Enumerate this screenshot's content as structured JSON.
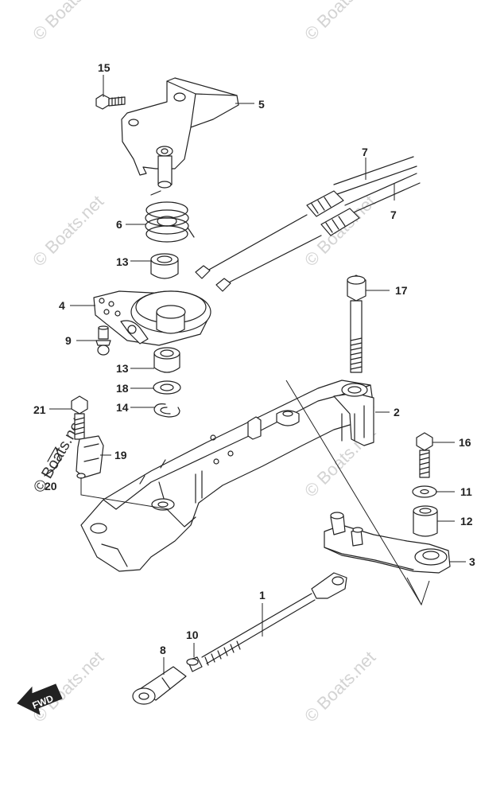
{
  "watermark": "© Boats.net",
  "fwd_label": "FWD",
  "callouts": {
    "c1": "1",
    "c2": "2",
    "c3": "3",
    "c4": "4",
    "c5": "5",
    "c6": "6",
    "c7a": "7",
    "c7b": "7",
    "c8": "8",
    "c9": "9",
    "c10": "10",
    "c11": "11",
    "c12": "12",
    "c13a": "13",
    "c13b": "13",
    "c14": "14",
    "c15": "15",
    "c16": "16",
    "c17": "17",
    "c18": "18",
    "c19": "19",
    "c20": "20",
    "c21": "21"
  }
}
